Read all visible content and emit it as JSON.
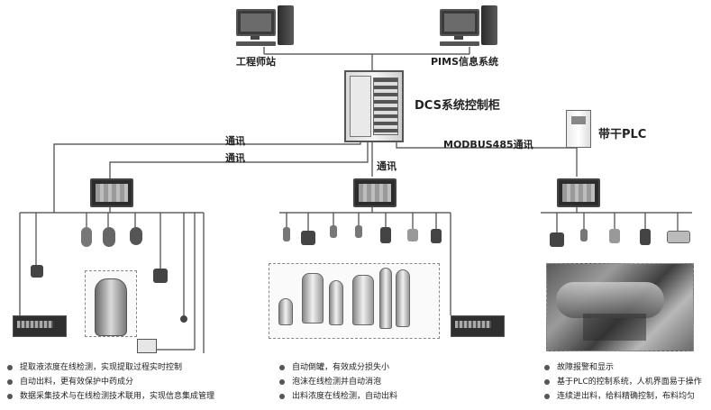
{
  "labels": {
    "engineer_station": "工程师站",
    "pims": "PIMS信息系统",
    "dcs_cabinet": "DCS系统控制柜",
    "comm_1": "通讯",
    "comm_2": "通讯",
    "comm_3": "通讯",
    "modbus": "MODBUS485通讯",
    "dryer_plc": "带干PLC"
  },
  "lists": {
    "left": [
      "提取液浓度在线检测，实现提取过程实时控制",
      "自动出料，更有效保护中药成分",
      "数据采集技术与在线检测技术联用，实现信息集成管理"
    ],
    "middle": [
      "自动倒罐，有效成分损失小",
      "泡沫在线检测并自动消泡",
      "出料浓度在线检测，自动出料"
    ],
    "right": [
      "故障报警和显示",
      "基于PLC的控制系统，人机界面易于操作",
      "连续进出料，给料精确控制，布料均匀"
    ]
  }
}
